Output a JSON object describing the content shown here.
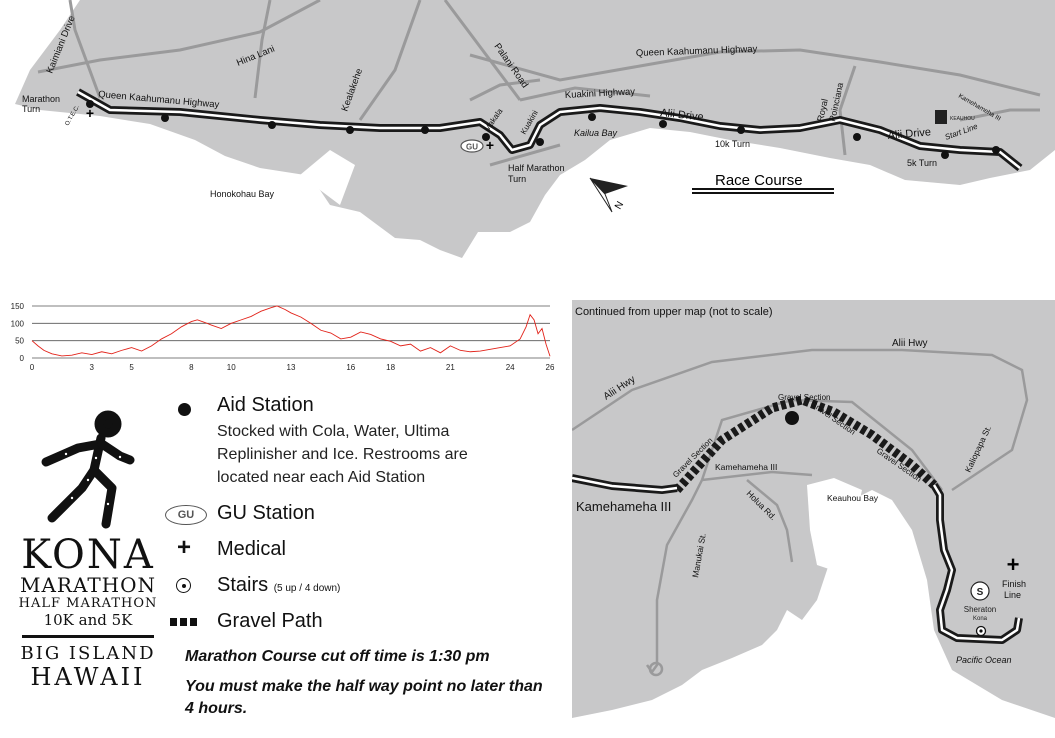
{
  "upper_map": {
    "labels": {
      "kaimiani": "Kaimiani Drive",
      "marathon_turn": "Marathon\nTurn",
      "otec": "O.T.E.C.",
      "queen_west": "Queen Kaahumanu Highway",
      "hina_lani": "Hina Lani",
      "kealakehe": "Kealakehe",
      "honokohau": "Honokohau Bay",
      "palani": "Palani Road",
      "queen_east": "Queen Kaahumanu Highway",
      "kuakini_hwy": "Kuakini Highway",
      "makala": "Makala",
      "kuakini": "Kuakini",
      "half_turn": "Half Marathon\nTurn",
      "kailua_bay": "Kailua Bay",
      "alii_1": "Alii Drive",
      "tenk_turn": "10k Turn",
      "royal": "Royal\nPoinciana",
      "alii_2": "Alii Drive",
      "fivek_turn": "5k Turn",
      "kamehameha_iii": "Kamehameha III",
      "start_line": "Start Line",
      "keauhou_logo": "KEAUHOU\nSHOPPING CENTER",
      "race_course": "Race Course",
      "gu": "GU"
    }
  },
  "chart_data": {
    "type": "line",
    "title": "",
    "xlabel": "",
    "ylabel": "",
    "x_ticks": [
      0,
      3,
      5,
      8,
      10,
      13,
      16,
      18,
      21,
      24,
      26
    ],
    "y_ticks": [
      0,
      50,
      100,
      150
    ],
    "xlim": [
      0,
      26
    ],
    "ylim": [
      0,
      150
    ],
    "grid": true,
    "series": [
      {
        "color": "#e2231a",
        "x": [
          0,
          0.3,
          0.6,
          1,
          1.5,
          2,
          2.5,
          3,
          3.5,
          4,
          4.5,
          5,
          5.5,
          6,
          6.5,
          7,
          7.5,
          8,
          8.3,
          8.7,
          9,
          9.5,
          10,
          10.5,
          11,
          11.5,
          12,
          12.3,
          12.7,
          13,
          13.5,
          14,
          14.5,
          15,
          15.5,
          16,
          16.5,
          17,
          17.5,
          18,
          18.5,
          19,
          19.5,
          20,
          20.5,
          21,
          21.5,
          22,
          22.5,
          23,
          23.5,
          24,
          24.5,
          24.8,
          25,
          25.2,
          25.4,
          25.6,
          25.8,
          26
        ],
        "y": [
          50,
          35,
          22,
          12,
          6,
          8,
          15,
          10,
          18,
          12,
          22,
          30,
          20,
          35,
          55,
          70,
          90,
          105,
          110,
          102,
          95,
          85,
          100,
          110,
          120,
          135,
          145,
          150,
          140,
          130,
          118,
          100,
          80,
          72,
          55,
          60,
          75,
          68,
          55,
          48,
          35,
          40,
          20,
          30,
          15,
          35,
          22,
          18,
          20,
          25,
          30,
          35,
          55,
          90,
          125,
          110,
          70,
          85,
          40,
          5
        ]
      }
    ]
  },
  "lower_map": {
    "continued": "Continued from upper map (not to scale)",
    "alii_hwy_top": "Alii Hwy",
    "alii_hwy_left": "Alii Hwy",
    "gravel_1": "Gravel Section",
    "gravel_2": "Gravel Section",
    "gravel_3": "Gravel Section",
    "gravel_4": "Gravel Section",
    "kamehameha_small": "Kamehameha III",
    "kamehameha_bold": "Kamehameha III",
    "holua": "Holua Rd.",
    "manukai": "Manukai St.",
    "kaliopapa": "Kaliopapa St.",
    "keauhou_bay": "Keauhou Bay",
    "finish": "Finish\nLine",
    "pacific": "Pacific Ocean",
    "sheraton": "Sheraton",
    "sheraton_sub": "Kona"
  },
  "legend": {
    "aid_title": "Aid Station",
    "aid_desc": "Stocked with Cola, Water, Ultima Replinisher and Ice. Restrooms are located near each Aid Station",
    "gu_title": "GU Station",
    "gu_icon": "GU",
    "medical_title": "Medical",
    "stairs_title": "Stairs",
    "stairs_note": "(5 up / 4 down)",
    "gravel_title": "Gravel Path",
    "cutoff": "Marathon Course cut off time is 1:30 pm",
    "halfway": "You must make the half way point no later than 4 hours."
  },
  "logo": {
    "kona": "KONA",
    "marathon": "MARATHON",
    "half": "HALF MARATHON",
    "tenk": "10K and 5K",
    "big_island": "BIG ISLAND",
    "hawaii": "HAWAII"
  },
  "colors": {
    "land": "#c8c8c9",
    "road": "#9a9a9b",
    "course": "#1a1a1a",
    "elevation_line": "#e2231a"
  }
}
